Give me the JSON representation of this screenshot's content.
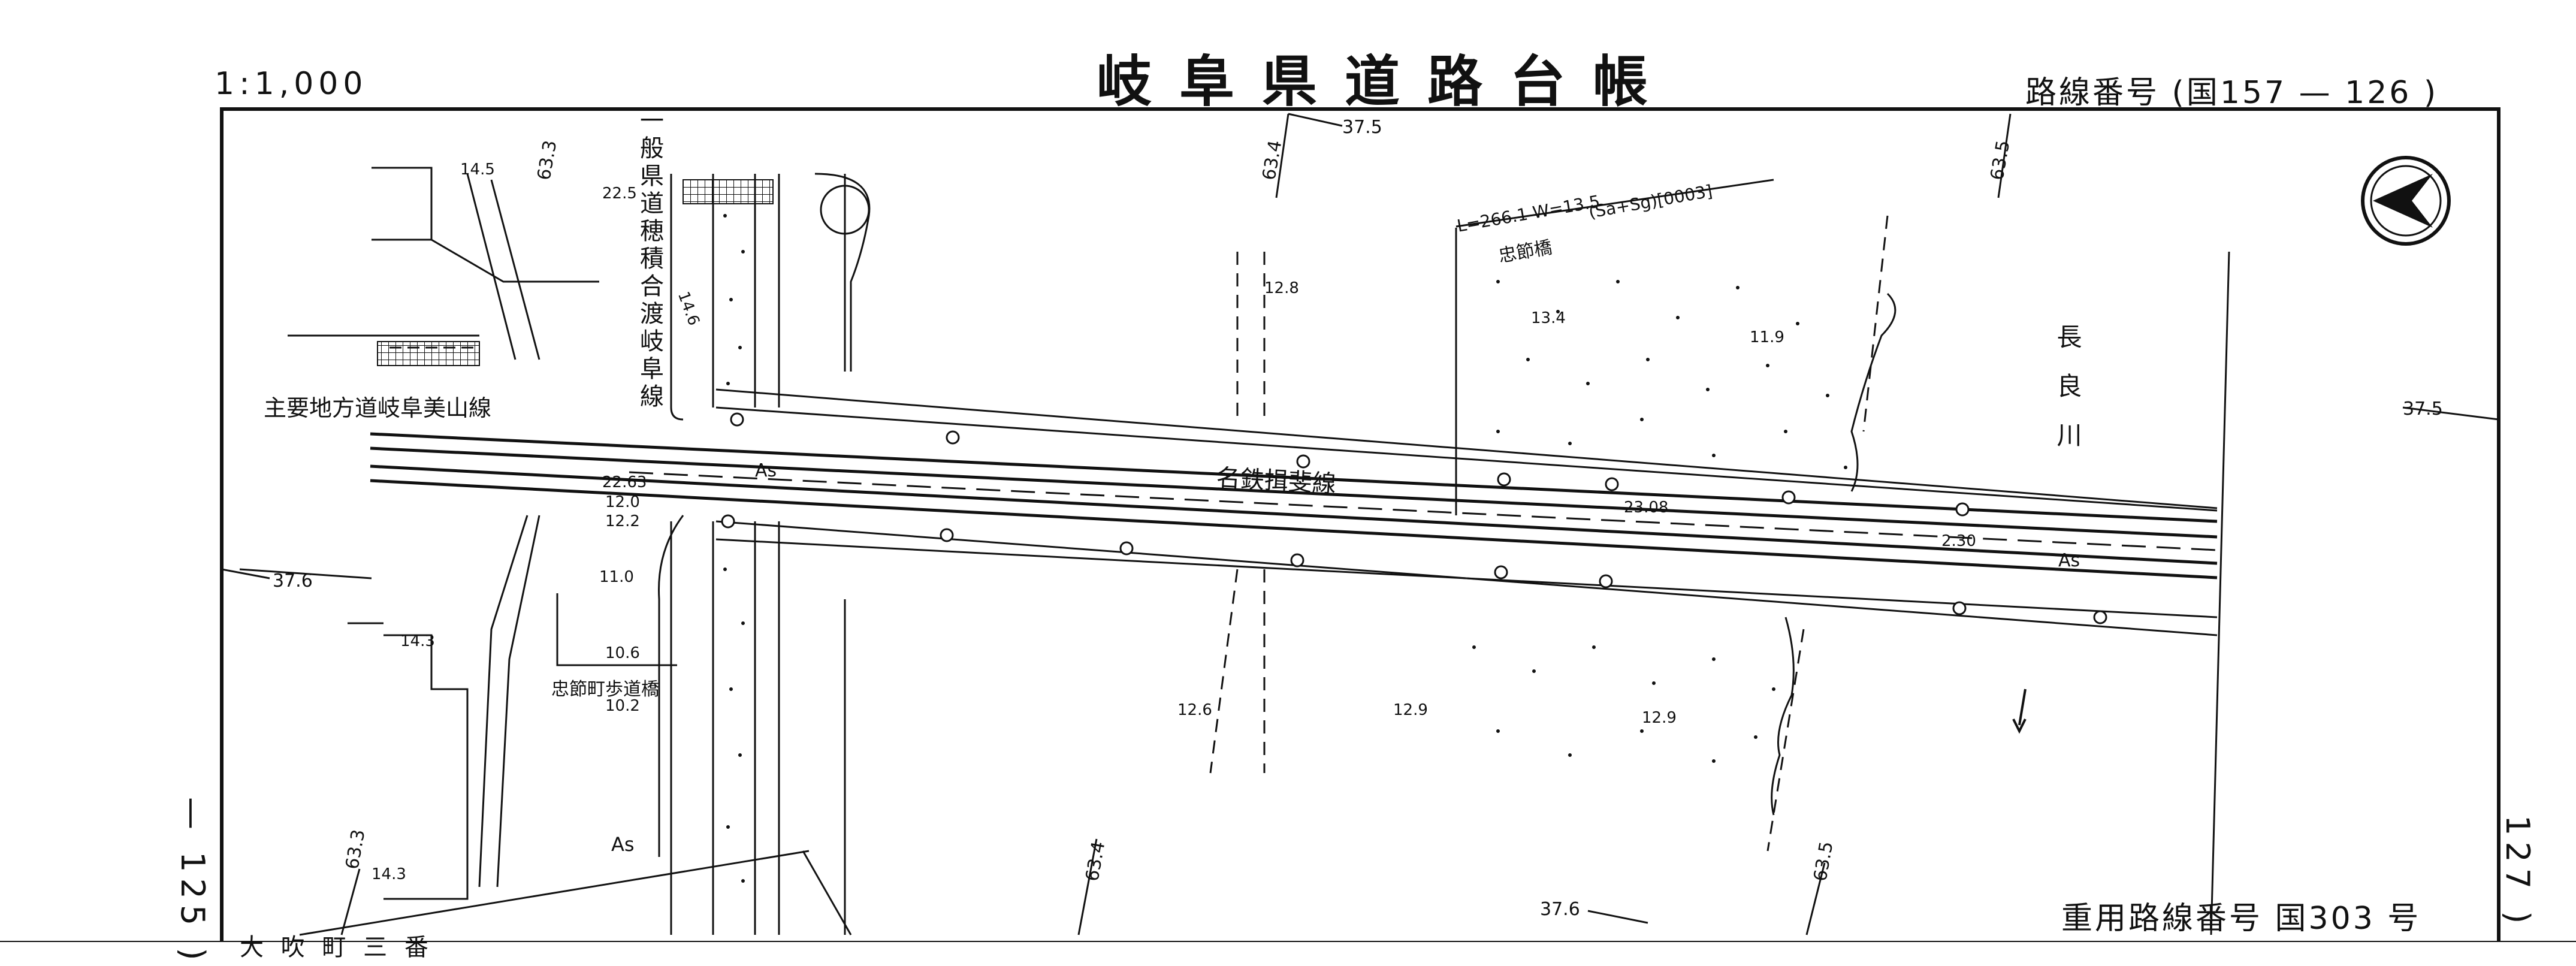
{
  "sheet": {
    "scale": "1:1,000",
    "title": "岐阜県道路台帳",
    "route_number": "路線番号 (国157 — 126 )",
    "heavy_route_number": "重用路線番号 国303 号",
    "prev_sheet": "— 125 )",
    "next_sheet": "127 )",
    "bottom_cut": "大 吹 町   三 番"
  },
  "roads": {
    "pref_road_vertical": "一般県道穂積合渡岐阜線",
    "main_local_road": "主要地方道岐阜美山線",
    "railway": "名鉄揖斐線",
    "river": "長良川",
    "bridge_label": "忠節橋",
    "bridge_spec": "L=266.1 W=13.5",
    "bridge_code": "(Sa+Sg)[0003]",
    "footbridge": "忠節町歩道橋",
    "surface_as_1": "As",
    "surface_as_2": "As",
    "surface_as_3": "As"
  },
  "elevations": {
    "e1": "14.5",
    "e2": "22.5",
    "e3": "14.6",
    "e4": "12.8",
    "e5": "13.4",
    "e6": "11.9",
    "e7": "22.63",
    "e8": "12.0",
    "e9": "12.2",
    "e10": "11.0",
    "e11": "14.3",
    "e12": "10.6",
    "e13": "10.2",
    "e14": "12.6",
    "e15": "12.9",
    "e16": "12.9",
    "e17": "23.08",
    "e18": "2.30",
    "e19": "14.3"
  },
  "contours": {
    "c1": "63.3",
    "c2": "37.5",
    "c3": "63.4",
    "c4": "63.5",
    "c5": "37.5",
    "c6": "37.6",
    "c7": "63.3",
    "c8": "63.4",
    "c9": "37.6",
    "c10": "63.5"
  },
  "symbols": {
    "north_arrow": "compass-north-arrow"
  }
}
